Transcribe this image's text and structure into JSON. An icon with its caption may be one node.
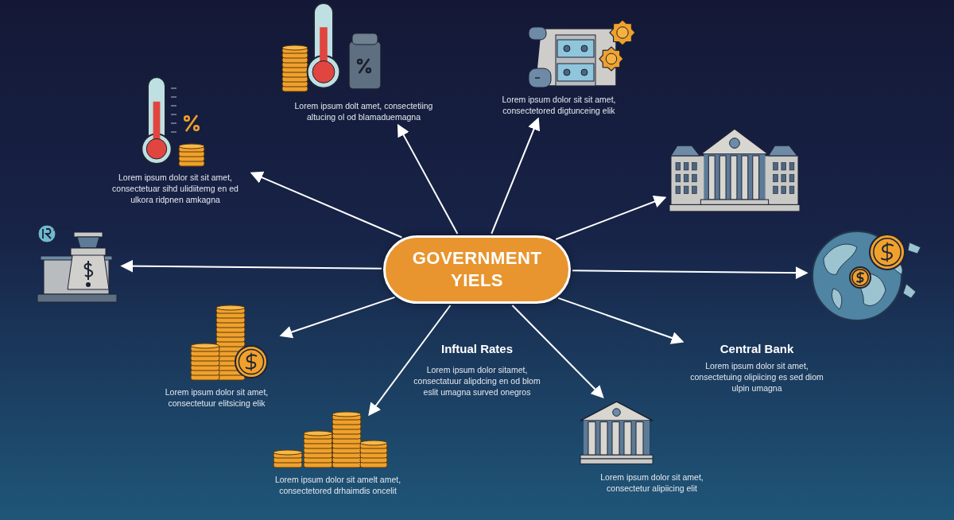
{
  "diagram": {
    "nodes": [
      {
        "text": [
          "GOVERNMENT YIELS"
        ]
      },
      {
        "text": [
          "Lorem ipsum dolor sit sit amet, consectetuar sihd ulidiitemg en ed ulkora ridpnen amkagna"
        ]
      },
      {
        "text": [
          "Lorem ipsum dolt amet, consectetiing altucing ol od blamaduemagna"
        ]
      },
      {
        "text": [
          "Lorem ipsum dolor sit sit amet, consectetored digtunceing elik"
        ]
      },
      {
        "text": [],
        "shape": "picture"
      },
      {
        "text": [],
        "shape": "picture"
      },
      {
        "text": [
          "Central Bank",
          "Lorem ipsum dolor sit amet, consectetuing olipiicing es sed diom ulpin umagna"
        ]
      },
      {
        "text": [
          "Lorem ipsum dolor sit amet, consectetur alipiicing elit"
        ]
      },
      {
        "text": [
          "Lorem ipsum dolor sit amelt amet, consectetored drhaimdis oncelit"
        ]
      },
      {
        "text": [
          "Lorem ipsum dolor sit amet, consectetuur elitsicing elik"
        ]
      },
      {
        "text": [],
        "shape": "picture"
      }
    ],
    "edges": [
      {
        "from": 0,
        "to": 1,
        "arrow": "to"
      },
      {
        "from": 0,
        "to": 2,
        "arrow": "to"
      },
      {
        "from": 0,
        "to": 3,
        "arrow": "to"
      },
      {
        "from": 0,
        "to": 4,
        "arrow": "to"
      },
      {
        "from": 0,
        "to": 5,
        "arrow": "to"
      },
      {
        "from": 0,
        "to": 6,
        "arrow": "to"
      },
      {
        "from": 0,
        "to": 7,
        "arrow": "to"
      },
      {
        "from": 0,
        "to": 8,
        "arrow": "to"
      },
      {
        "from": 0,
        "to": 9,
        "arrow": "to"
      },
      {
        "from": 0,
        "to": 10,
        "arrow": "to"
      }
    ],
    "labels": [
      "Inftual Rates",
      "Lorem ipsum dolor sitamet, consectatuur alipdcing en od blom eslit umagna surved onegros"
    ]
  }
}
